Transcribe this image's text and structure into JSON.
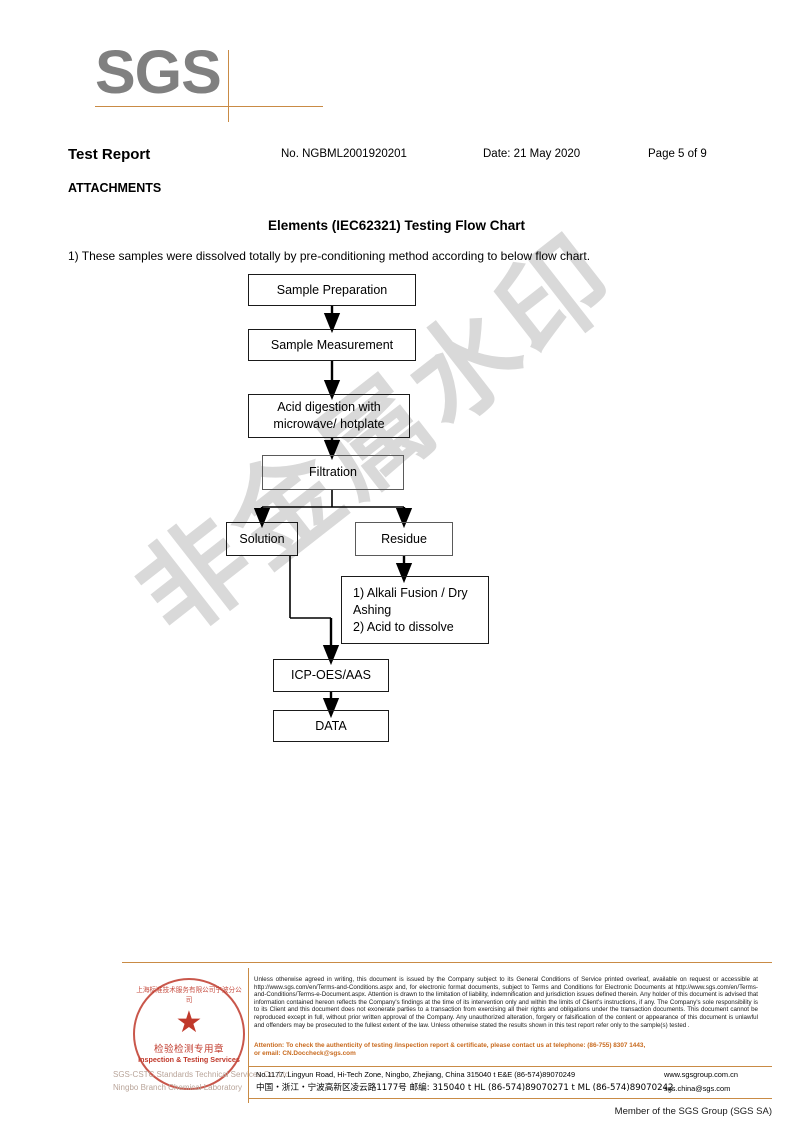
{
  "logo": {
    "text": "SGS"
  },
  "header": {
    "title": "Test Report",
    "report_no": "No. NGBML2001920201",
    "date": "Date: 21 May 2020",
    "page": "Page 5 of 9",
    "attachments_label": "ATTACHMENTS"
  },
  "section": {
    "title": "Elements (IEC62321) Testing Flow Chart",
    "intro": "1) These samples were dissolved totally by pre-conditioning method according to below flow chart."
  },
  "flowchart": {
    "nodes": [
      {
        "id": "sample-preparation",
        "label": "Sample Preparation"
      },
      {
        "id": "sample-measurement",
        "label": "Sample Measurement"
      },
      {
        "id": "acid-digestion",
        "label": "Acid digestion with\nmicrowave/ hotplate"
      },
      {
        "id": "filtration",
        "label": "Filtration"
      },
      {
        "id": "solution",
        "label": "Solution"
      },
      {
        "id": "residue",
        "label": "Residue"
      },
      {
        "id": "alkali-fusion",
        "label": "1) Alkali Fusion / Dry\n     Ashing\n2) Acid to dissolve"
      },
      {
        "id": "icp-oes-aas",
        "label": "ICP-OES/AAS"
      },
      {
        "id": "data",
        "label": "DATA"
      }
    ]
  },
  "watermark": {
    "text": "非金属水印"
  },
  "footer": {
    "legal_paragraph": "Unless otherwise agreed in writing, this document is issued by the Company subject to its General Conditions of Service printed overleaf, available on request or accessible at http://www.sgs.com/en/Terms-and-Conditions.aspx and, for electronic format documents, subject to Terms and Conditions for Electronic Documents at http://www.sgs.com/en/Terms-and-Conditions/Terms-e-Document.aspx. Attention is drawn to the limitation of liability, indemnification and jurisdiction issues defined therein. Any holder of this document is advised that information contained hereon reflects the Company's findings at the time of its intervention only and within the limits of Client's instructions, if any. The Company's sole responsibility is to its Client and this document does not exonerate parties to a transaction from exercising all their rights and obligations under the transaction documents. This document cannot be reproduced except in full, without prior written approval of the Company. Any unauthorized alteration, forgery or falsification of the content or appearance of this document is unlawful and offenders may be prosecuted to the fullest extent of the law. Unless otherwise stated the results shown in this test report refer only to the sample(s) tested .",
    "attention_line1": "Attention: To check the authenticity of testing /inspection report & certificate, please contact us at telephone: (86-755) 8307 1443,",
    "attention_line2": "or email: CN.Doccheck@sgs.com",
    "address_en": "No.1177, Lingyun Road, Hi-Tech Zone, Ningbo, Zhejiang, China 315040    t E&E (86-574)89070249",
    "website": "www.sgsgroup.com.cn",
    "address_cn": "中国・浙江・宁波高新区凌云路1177号        邮编: 315040    t HL  (86-574)89070271    t ML (86-574)89070242",
    "email": "sgs.china@sgs.com",
    "member_line": "Member of the SGS Group (SGS SA)"
  },
  "stamp": {
    "arc_text": "上海标准技术服务有限公司宁波分公司",
    "cn_label": "检验检测专用章",
    "en_label": "Inspection & Testing Services",
    "faded_line1": "SGS-CSTC Standards Technical Services Co.,Ltd.",
    "faded_line2": "Ningbo Branch Chemical Laboratory"
  },
  "colors": {
    "sgs_orange": "#C98B45",
    "attention": "#C86A1E",
    "stamp_red": "#C0392B",
    "logo_gray": "#808080"
  }
}
